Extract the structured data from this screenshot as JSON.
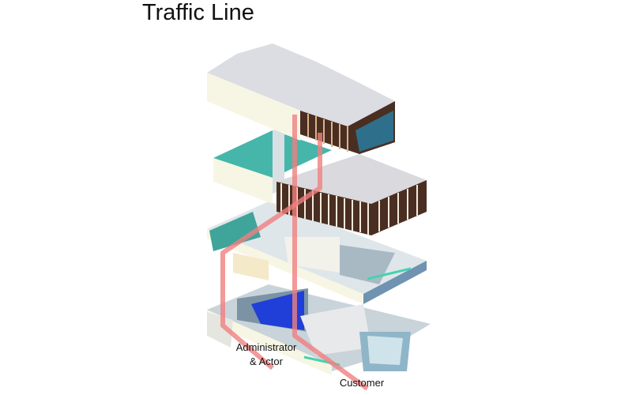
{
  "title": "Traffic Line",
  "labels": {
    "admin_line1": "Administrator",
    "admin_line2": "& Actor",
    "customer": "Customer"
  },
  "colors": {
    "traffic_line": "#f08080",
    "louver": "#4a2e22",
    "slab": "#f7f6e4",
    "roof": "#dcdde3",
    "glass": "#6aa3b8",
    "blue_wall": "#1f3fd8",
    "teal_strip": "#45d3b0"
  }
}
